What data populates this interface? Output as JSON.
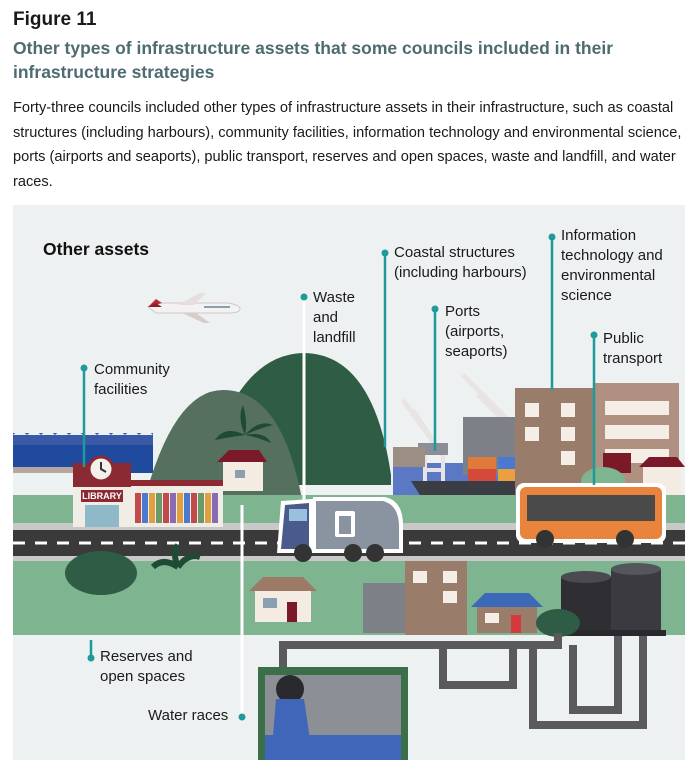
{
  "figure": {
    "label": "Figure 11",
    "title": "Other types of infrastructure assets that some councils included in their infrastructure strategies",
    "description": "Forty-three councils included other types of infrastructure assets in their infrastructure, such as coastal structures (including harbours), community facilities, information technology and environmental science, ports (airports and seaports), public transport, reserves and open spaces, waste and landfill, and water races."
  },
  "illustration": {
    "heading": "Other assets",
    "library_sign": "LIBRARY",
    "labels": {
      "community_facilities": [
        "Community",
        "facilities"
      ],
      "waste_landfill": [
        "Waste",
        "and",
        "landfill"
      ],
      "coastal_structures": [
        "Coastal structures",
        "(including harbours)"
      ],
      "ports": [
        "Ports",
        "(airports,",
        "seaports)"
      ],
      "information_technology": [
        "Information",
        "technology and",
        "environmental",
        "science"
      ],
      "public_transport": [
        "Public",
        "transport"
      ],
      "reserves": [
        "Reserves and",
        "open spaces"
      ],
      "water_races": [
        "Water races"
      ]
    }
  },
  "colors": {
    "title_teal": "#4e6b70",
    "leader_teal": "#1f9a9a",
    "background_panel": "#eef1f1",
    "road": "#3a3a3a",
    "grass": "#7fb491",
    "bus_orange": "#e8843c",
    "water_blue": "#3f66b8"
  }
}
